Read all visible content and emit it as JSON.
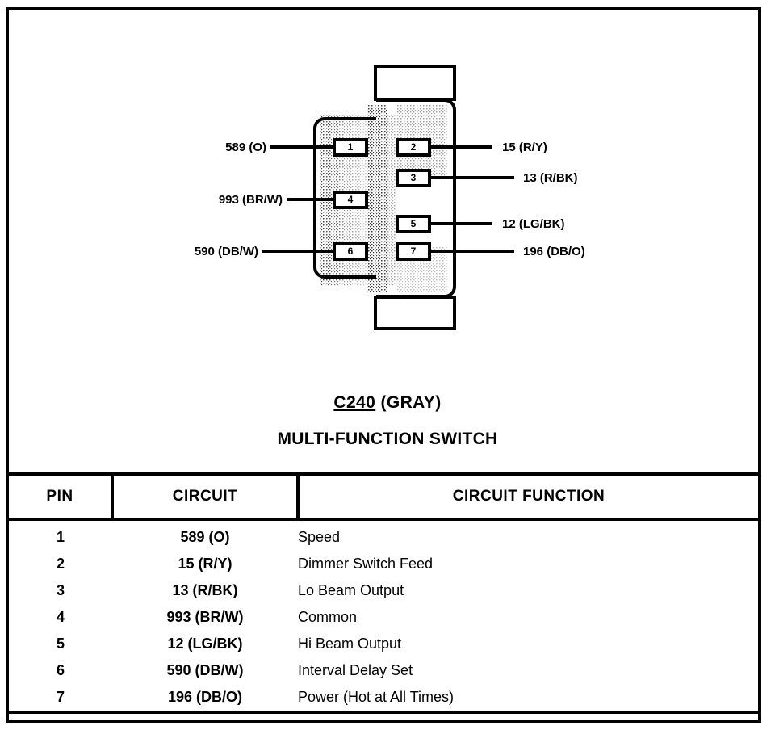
{
  "connector": {
    "id": "C240",
    "color": "(GRAY)",
    "name": "MULTI-FUNCTION SWITCH",
    "pins_left": [
      {
        "number": "1",
        "label": "589 (O)"
      },
      {
        "number": "4",
        "label": "993 (BR/W)"
      },
      {
        "number": "6",
        "label": "590 (DB/W)"
      }
    ],
    "pins_right": [
      {
        "number": "2",
        "label": "15 (R/Y)"
      },
      {
        "number": "3",
        "label": "13 (R/BK)"
      },
      {
        "number": "5",
        "label": "12 (LG/BK)"
      },
      {
        "number": "7",
        "label": "196 (DB/O)"
      }
    ]
  },
  "table": {
    "headers": [
      "PIN",
      "CIRCUIT",
      "CIRCUIT FUNCTION"
    ],
    "rows": [
      {
        "pin": "1",
        "circuit": "589 (O)",
        "function": "Speed"
      },
      {
        "pin": "2",
        "circuit": "15 (R/Y)",
        "function": "Dimmer Switch Feed"
      },
      {
        "pin": "3",
        "circuit": "13 (R/BK)",
        "function": "Lo Beam Output"
      },
      {
        "pin": "4",
        "circuit": "993 (BR/W)",
        "function": "Common"
      },
      {
        "pin": "5",
        "circuit": "12 (LG/BK)",
        "function": "Hi Beam Output"
      },
      {
        "pin": "6",
        "circuit": "590 (DB/W)",
        "function": "Interval Delay Set"
      },
      {
        "pin": "7",
        "circuit": "196 (DB/O)",
        "function": "Power (Hot at All Times)"
      }
    ]
  },
  "colors": {
    "ink": "#000000",
    "paper": "#ffffff"
  }
}
